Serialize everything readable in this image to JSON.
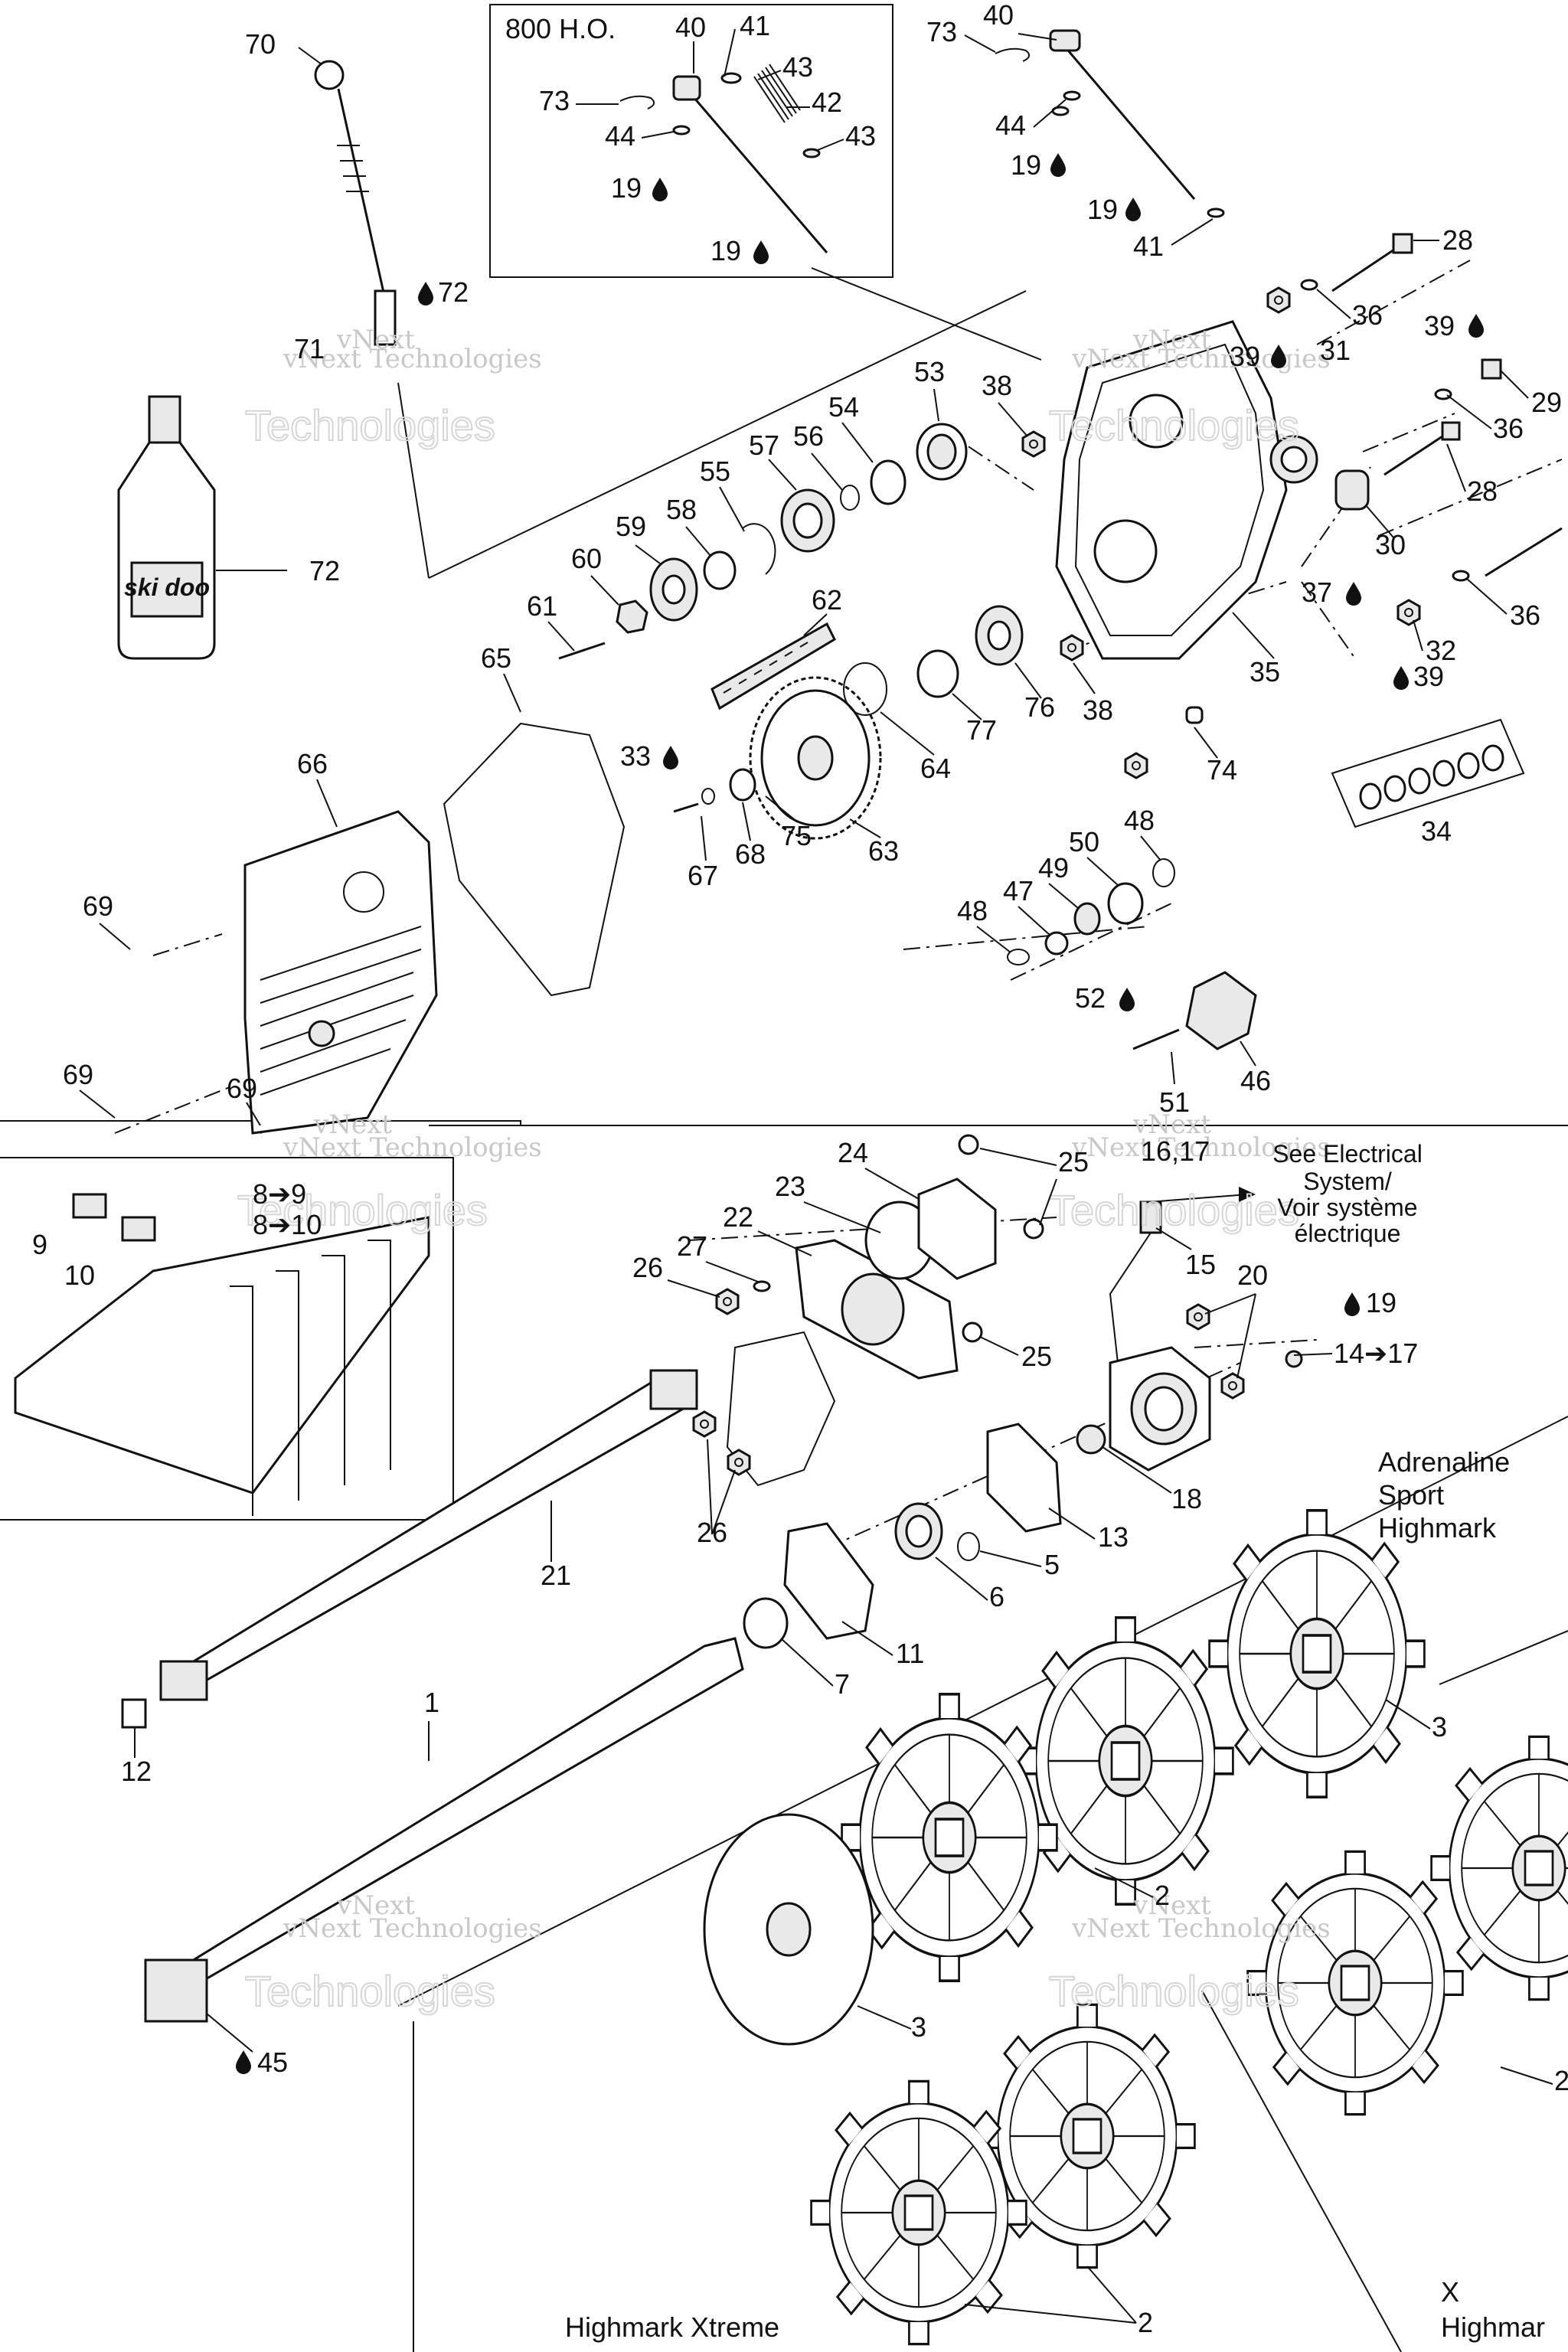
{
  "sections": {
    "ho_box": "800 H.O.",
    "adrenaline": [
      "Adrenaline",
      "Sport",
      "Highmark"
    ],
    "highmark_xtreme": "Highmark Xtreme",
    "x_highmark": [
      "X",
      "Highmar"
    ]
  },
  "note": [
    "See Electrical",
    "System/",
    "Voir système",
    "électrique"
  ],
  "watermarks": [
    "vNext",
    "vNext Technologies",
    "Technologies"
  ],
  "product": {
    "bottle_brand": "ski doo"
  },
  "callouts": [
    {
      "id": "c70",
      "text": "70"
    },
    {
      "id": "c40a",
      "text": "40"
    },
    {
      "id": "c41a",
      "text": "41"
    },
    {
      "id": "c43a",
      "text": "43"
    },
    {
      "id": "c73a",
      "text": "73"
    },
    {
      "id": "c42",
      "text": "42"
    },
    {
      "id": "c44a",
      "text": "44"
    },
    {
      "id": "c43b",
      "text": "43"
    },
    {
      "id": "c19a",
      "text": "19"
    },
    {
      "id": "c19b",
      "text": "19"
    },
    {
      "id": "c73b",
      "text": "73"
    },
    {
      "id": "c40b",
      "text": "40"
    },
    {
      "id": "c44b",
      "text": "44"
    },
    {
      "id": "c19c",
      "text": "19"
    },
    {
      "id": "c19d",
      "text": "19"
    },
    {
      "id": "c41b",
      "text": "41"
    },
    {
      "id": "c28a",
      "text": "28"
    },
    {
      "id": "c72a",
      "text": "72"
    },
    {
      "id": "c71",
      "text": "71"
    },
    {
      "id": "c36a",
      "text": "36"
    },
    {
      "id": "c39a",
      "text": "39"
    },
    {
      "id": "c31",
      "text": "31"
    },
    {
      "id": "c39b",
      "text": "39"
    },
    {
      "id": "c29",
      "text": "29"
    },
    {
      "id": "c53",
      "text": "53"
    },
    {
      "id": "c38a",
      "text": "38"
    },
    {
      "id": "c54",
      "text": "54"
    },
    {
      "id": "c36b",
      "text": "36"
    },
    {
      "id": "c57",
      "text": "57"
    },
    {
      "id": "c56",
      "text": "56"
    },
    {
      "id": "c28b",
      "text": "28"
    },
    {
      "id": "c55",
      "text": "55"
    },
    {
      "id": "c59",
      "text": "59"
    },
    {
      "id": "c58",
      "text": "58"
    },
    {
      "id": "c30",
      "text": "30"
    },
    {
      "id": "c60",
      "text": "60"
    },
    {
      "id": "c72b",
      "text": "72"
    },
    {
      "id": "c37",
      "text": "37"
    },
    {
      "id": "c36c",
      "text": "36"
    },
    {
      "id": "c61",
      "text": "61"
    },
    {
      "id": "c62",
      "text": "62"
    },
    {
      "id": "c32",
      "text": "32"
    },
    {
      "id": "c65",
      "text": "65"
    },
    {
      "id": "c35",
      "text": "35"
    },
    {
      "id": "c39c",
      "text": "39"
    },
    {
      "id": "c76",
      "text": "76"
    },
    {
      "id": "c38b",
      "text": "38"
    },
    {
      "id": "c77",
      "text": "77"
    },
    {
      "id": "c66",
      "text": "66"
    },
    {
      "id": "c33",
      "text": "33"
    },
    {
      "id": "c64",
      "text": "64"
    },
    {
      "id": "c74",
      "text": "74"
    },
    {
      "id": "c75",
      "text": "75"
    },
    {
      "id": "c34",
      "text": "34"
    },
    {
      "id": "c67",
      "text": "67"
    },
    {
      "id": "c68",
      "text": "68"
    },
    {
      "id": "c63",
      "text": "63"
    },
    {
      "id": "c48a",
      "text": "48"
    },
    {
      "id": "c50",
      "text": "50"
    },
    {
      "id": "c69a",
      "text": "69"
    },
    {
      "id": "c47",
      "text": "47"
    },
    {
      "id": "c49",
      "text": "49"
    },
    {
      "id": "c48b",
      "text": "48"
    },
    {
      "id": "c52",
      "text": "52"
    },
    {
      "id": "c69b",
      "text": "69"
    },
    {
      "id": "c69c",
      "text": "69"
    },
    {
      "id": "c51",
      "text": "51"
    },
    {
      "id": "c46",
      "text": "46"
    },
    {
      "id": "c24",
      "text": "24"
    },
    {
      "id": "c25a",
      "text": "25"
    },
    {
      "id": "c1617",
      "text": "16,17"
    },
    {
      "id": "c89",
      "text": "8➔9"
    },
    {
      "id": "c810",
      "text": "8➔10"
    },
    {
      "id": "c23",
      "text": "23"
    },
    {
      "id": "c9",
      "text": "9"
    },
    {
      "id": "c22",
      "text": "22"
    },
    {
      "id": "c10",
      "text": "10"
    },
    {
      "id": "c27",
      "text": "27"
    },
    {
      "id": "c15",
      "text": "15"
    },
    {
      "id": "c26a",
      "text": "26"
    },
    {
      "id": "c20",
      "text": "20"
    },
    {
      "id": "c19e",
      "text": "19"
    },
    {
      "id": "c25b",
      "text": "25"
    },
    {
      "id": "c1417",
      "text": "14➔17"
    },
    {
      "id": "c18",
      "text": "18"
    },
    {
      "id": "c13",
      "text": "13"
    },
    {
      "id": "c26b",
      "text": "26"
    },
    {
      "id": "c21",
      "text": "21"
    },
    {
      "id": "c5",
      "text": "5"
    },
    {
      "id": "c6",
      "text": "6"
    },
    {
      "id": "c11",
      "text": "11"
    },
    {
      "id": "c7",
      "text": "7"
    },
    {
      "id": "c3a",
      "text": "3"
    },
    {
      "id": "c12",
      "text": "12"
    },
    {
      "id": "c1",
      "text": "1"
    },
    {
      "id": "c2a",
      "text": "2"
    },
    {
      "id": "c3b",
      "text": "3"
    },
    {
      "id": "c45",
      "text": "45"
    },
    {
      "id": "c2b",
      "text": "2"
    },
    {
      "id": "c2c",
      "text": "2"
    }
  ]
}
